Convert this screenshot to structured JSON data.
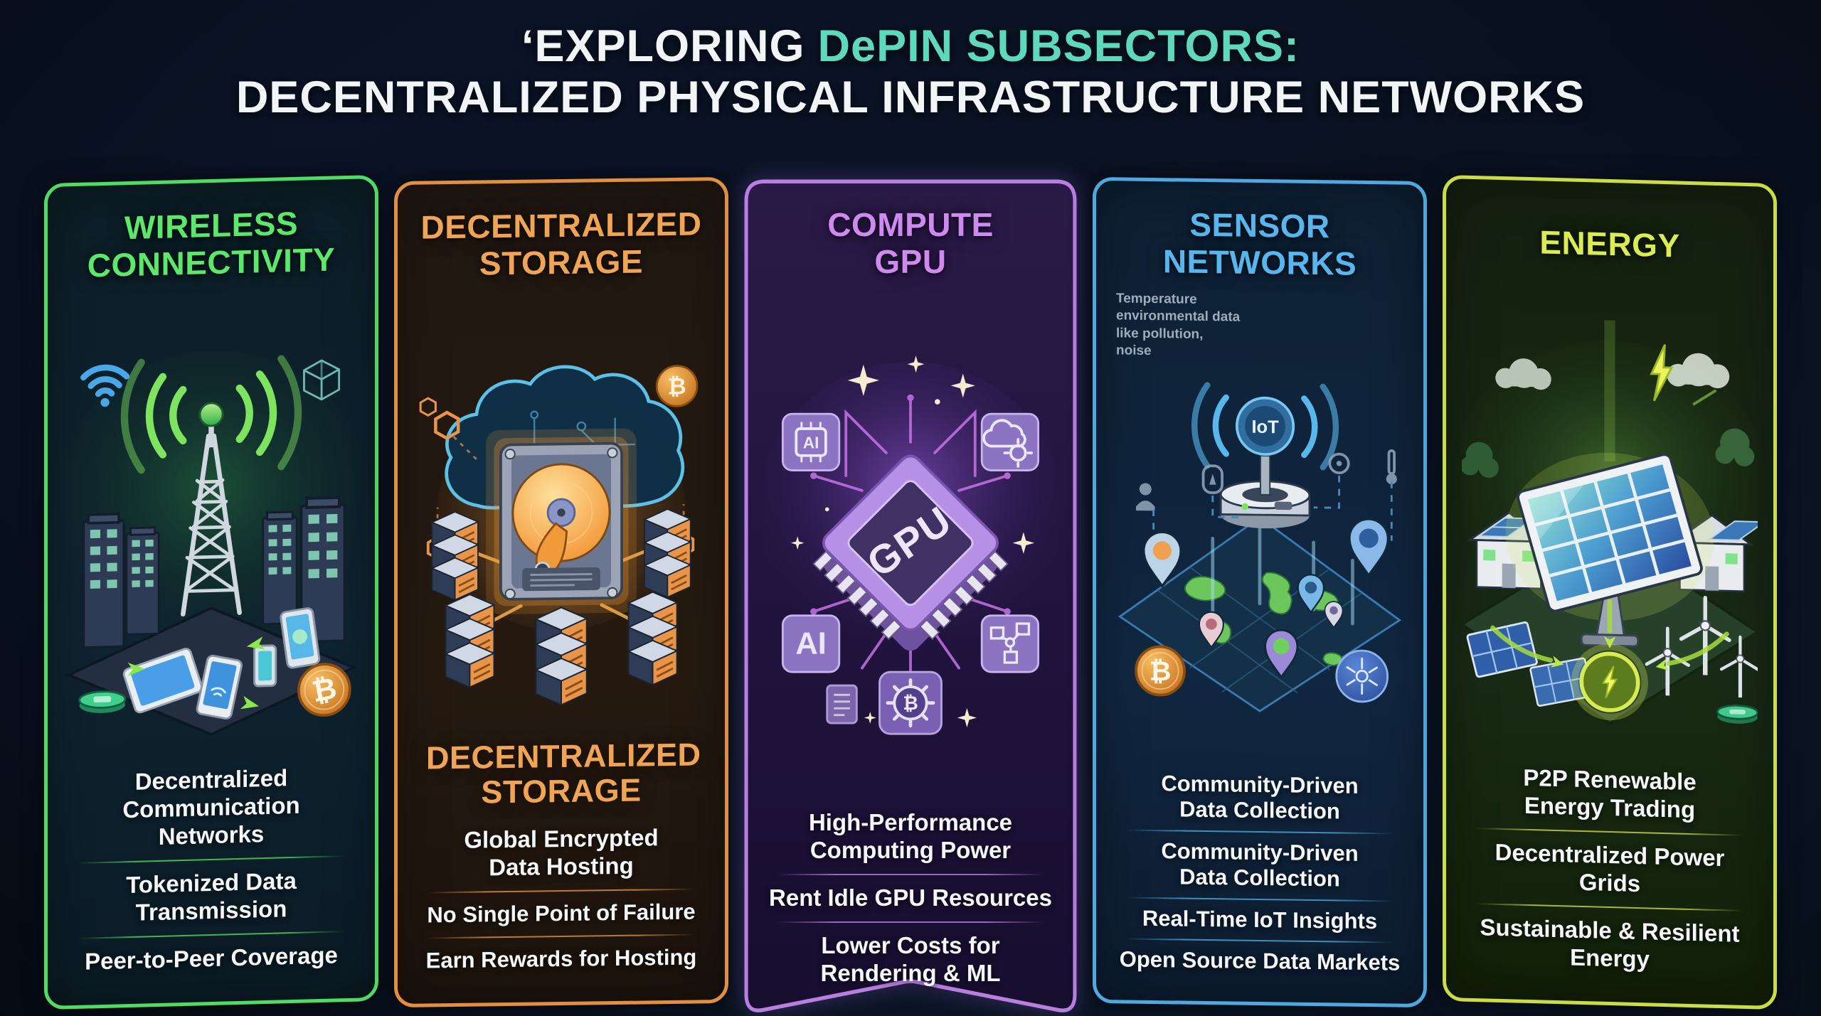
{
  "title": {
    "line1_white": "‘EXPLORING",
    "line1_highlight": "DePIN SUBSECTORS:",
    "line2": "DECENTRALIZED PHYSICAL INFRASTRUCTURE NETWORKS"
  },
  "panels": [
    {
      "id": "wireless-connectivity",
      "title": "WIRELESS CONNECTIVITY",
      "accent": "#50dc62",
      "items": [
        "Decentralized Communication Networks",
        "Tokenized Data Transmission",
        "Peer-to-Peer Coverage"
      ]
    },
    {
      "id": "decentralized-storage",
      "title": "DECENTRALIZED STORAGE",
      "accent": "#e2903f",
      "subheading": "DECENTRALIZED STORAGE",
      "items": [
        "Global Encrypted Data Hosting",
        "No Single Point of Failure",
        "Earn Rewards for Hosting"
      ]
    },
    {
      "id": "compute-gpu",
      "title": "COMPUTE GPU",
      "accent": "#b87fe0",
      "items": [
        "High-Performance Computing Power",
        "Rent Idle GPU Resources",
        "Lower Costs for Rendering & ML"
      ]
    },
    {
      "id": "sensor-networks",
      "title": "SENSOR NETWORKS",
      "accent": "#4fa8e0",
      "note": "Temperature environmental data like pollution, noise",
      "items": [
        "Community-Driven Data Collection",
        "Community-Driven Data Collection",
        "Real-Time IoT Insights",
        "Open Source Data Markets"
      ]
    },
    {
      "id": "energy",
      "title": "ENERGY",
      "accent": "#cadd45",
      "items": [
        "P2P Renewable Energy Trading",
        "Decentralized Power Grids",
        "Sustainable & Resilient Energy"
      ]
    }
  ],
  "labels": {
    "gpu": "GPU",
    "ai": "AI",
    "iot": "IoT",
    "bitcoin": "₿"
  },
  "colors": {
    "background": "#0a1222",
    "title": "#f2f5f7",
    "title_highlight": "#5fd9bd",
    "accents": {
      "wireless": "#50dc62",
      "storage": "#e2903f",
      "compute": "#b87fe0",
      "sensors": "#4fa8e0",
      "energy": "#cadd45"
    }
  }
}
